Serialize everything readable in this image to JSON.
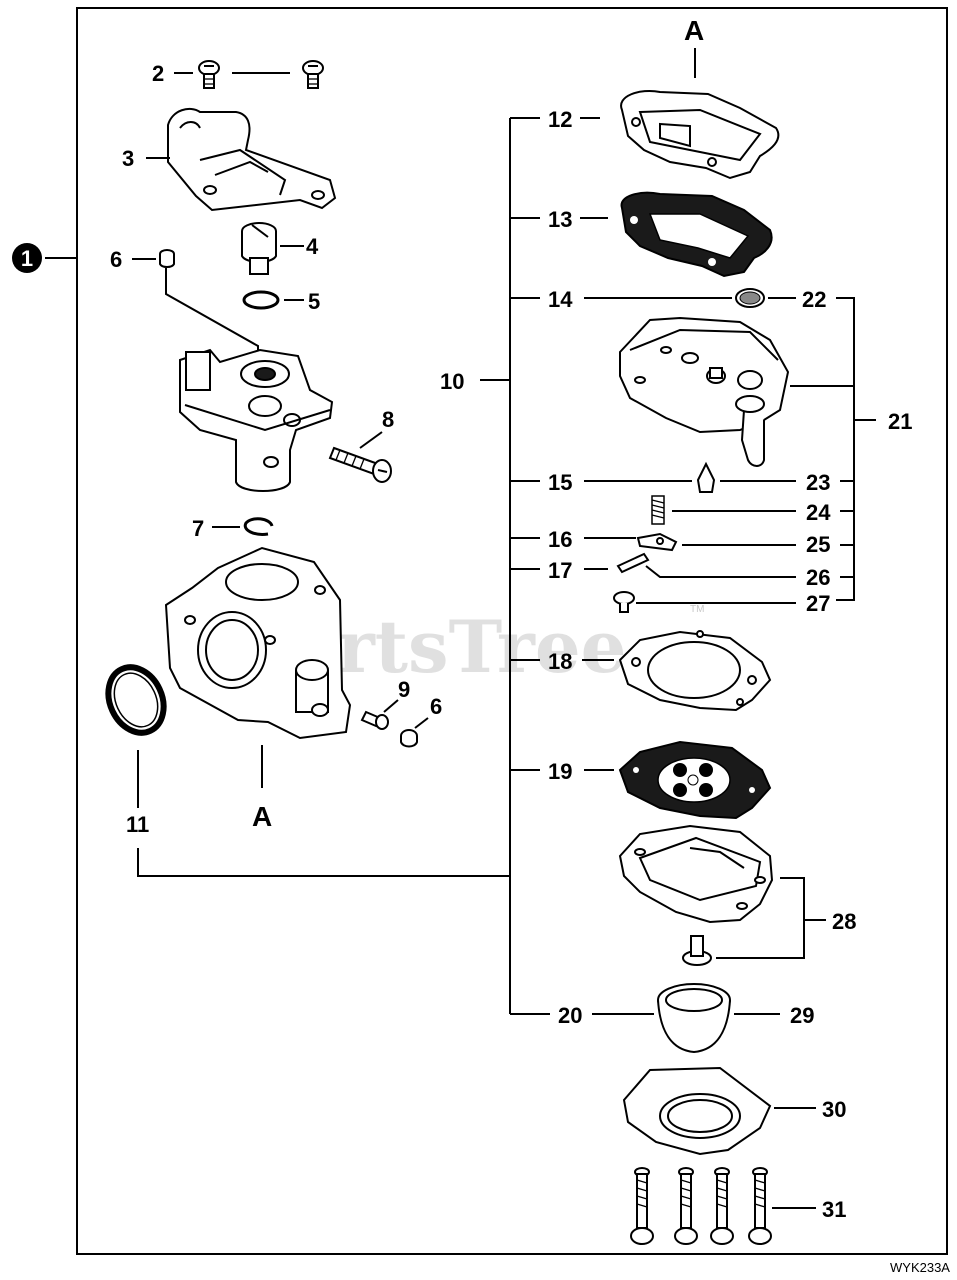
{
  "assembly_callout": "1",
  "section_marker": "A",
  "figure_code": "WYK233A",
  "watermark": "PartsTree",
  "trademark": "TM",
  "callouts": {
    "c2": "2",
    "c3": "3",
    "c4": "4",
    "c5": "5",
    "c6a": "6",
    "c6b": "6",
    "c7": "7",
    "c8": "8",
    "c9": "9",
    "c10": "10",
    "c11": "11",
    "c12": "12",
    "c13": "13",
    "c14": "14",
    "c15": "15",
    "c16": "16",
    "c17": "17",
    "c18": "18",
    "c19": "19",
    "c20": "20",
    "c21": "21",
    "c22": "22",
    "c23": "23",
    "c24": "24",
    "c25": "25",
    "c26": "26",
    "c27": "27",
    "c28": "28",
    "c29": "29",
    "c30": "30",
    "c31": "31"
  }
}
